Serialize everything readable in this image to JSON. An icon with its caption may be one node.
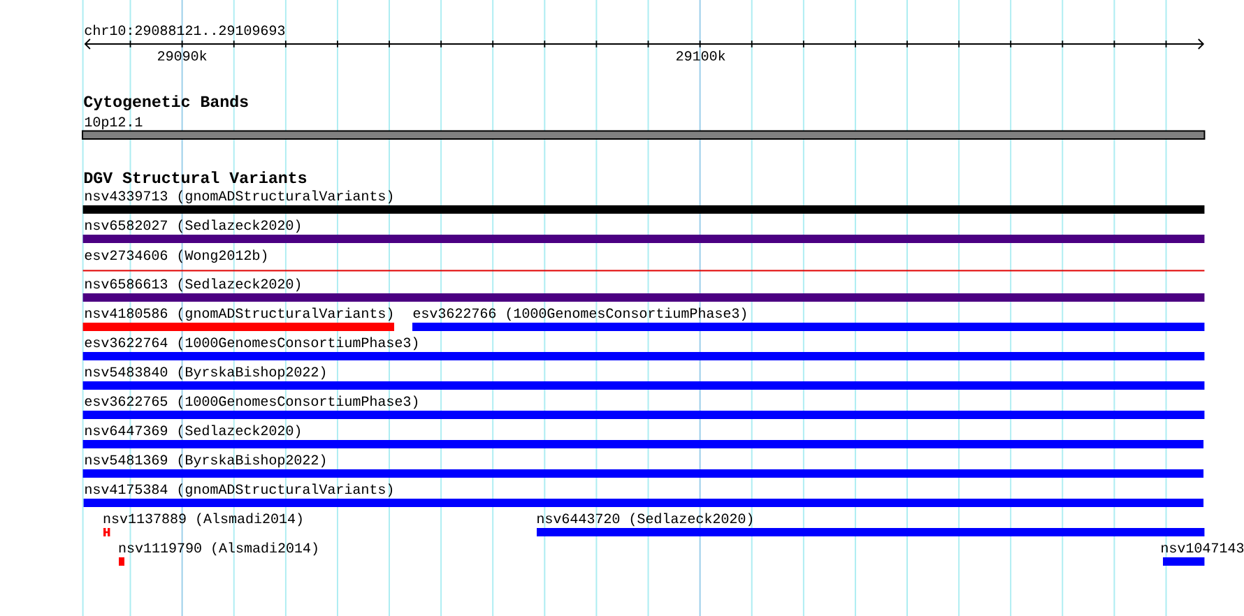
{
  "diagram": {
    "nodes": [
      {
        "text": [
          "10p12.1"
        ]
      },
      {
        "text": [
          "nsv4339713 (gnomADStructuralVariants)"
        ]
      },
      {
        "text": [
          "nsv6582027 (Sedlazeck2020)"
        ]
      },
      {
        "text": [
          "esv2734606 (Wong2012b)"
        ]
      },
      {
        "text": [
          "nsv6586613 (Sedlazeck2020)"
        ]
      },
      {
        "text": [
          "nsv4180586 (gnomADStructuralVariants)"
        ]
      },
      {
        "text": [
          "esv3622766 (1000GenomesConsortiumPhase3)"
        ]
      },
      {
        "text": [
          "esv3622764 (1000GenomesConsortiumPhase3)"
        ]
      },
      {
        "text": [
          "nsv5483840 (ByrskaBishop2022)"
        ]
      },
      {
        "text": [
          "esv3622765 (1000GenomesConsortiumPhase3)"
        ]
      },
      {
        "text": [
          "nsv6447369 (Sedlazeck2020)"
        ]
      },
      {
        "text": [
          "nsv5481369 (ByrskaBishop2022)"
        ]
      },
      {
        "text": [
          "nsv4175384 (gnomADStructuralVariants)"
        ]
      },
      {
        "text": [
          "nsv1137889 (Alsmadi2014)"
        ]
      },
      {
        "text": [
          "nsv6443720 (Sedlazeck2020)"
        ]
      },
      {
        "text": [
          "nsv1119790 (Alsmadi2014)"
        ]
      },
      {
        "text": [
          "nsv1047143"
        ]
      }
    ],
    "labels": [
      "chr10:29088121..29109693",
      "29090k",
      "29100k",
      "Cytogenetic Bands",
      "DGV Structural Variants"
    ]
  }
}
